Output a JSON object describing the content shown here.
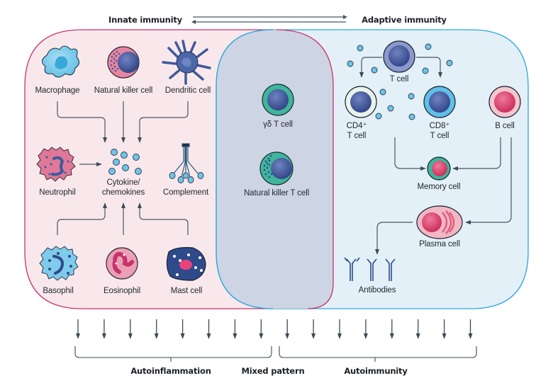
{
  "headers": {
    "innate": "Innate immunity",
    "adaptive": "Adaptive immunity"
  },
  "innate_cells": {
    "macrophage": "Macrophage",
    "natural_killer": "Natural killer cell",
    "dendritic": "Dendritic cell",
    "neutrophil": "Neutrophil",
    "cytokines_line1": "Cytokine/",
    "cytokines_line2": "chemokines",
    "complement": "Complement",
    "basophil": "Basophil",
    "eosinophil": "Eosinophil",
    "mast": "Mast cell"
  },
  "mixed_cells": {
    "gamma_delta": "γδ T cell",
    "nkt": "Natural killer T cell"
  },
  "adaptive_cells": {
    "t_cell": "T cell",
    "cd4_line1": "CD4⁺",
    "cd4_line2": "T cell",
    "cd8_line1": "CD8⁺",
    "cd8_line2": "T cell",
    "b_cell": "B cell",
    "memory": "Memory cell",
    "plasma": "Plasma cell",
    "antibodies": "Antibodies"
  },
  "outcomes": {
    "autoinflammation": "Autoinflammation",
    "mixed": "Mixed pattern",
    "autoimmunity": "Autoimmunity"
  },
  "colors": {
    "innate_border": "#c8326e",
    "innate_fill": "#f8e8ec",
    "adaptive_border": "#2aa6dc",
    "adaptive_fill": "#e3f0f7",
    "overlap_fill": "#cdd4e3",
    "arrow": "#3d4a55"
  }
}
